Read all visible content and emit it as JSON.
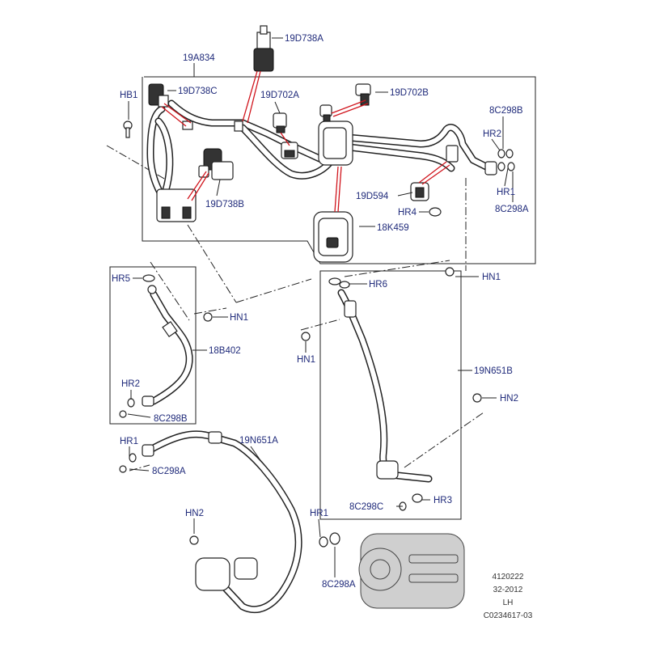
{
  "labels": {
    "hose_19D738A": "19D738A",
    "assy_19A834": "19A834",
    "bracket_19D738C": "19D738C",
    "sensor_19D702A": "19D702A",
    "sensor_19D702B": "19D702B",
    "bolt_HB1": "HB1",
    "oring_8C298B_top": "8C298B",
    "seal_HR2_top": "HR2",
    "seal_HR1_top": "HR1",
    "oring_8C298A_top": "8C298A",
    "valve_19D594": "19D594",
    "seal_HR4": "HR4",
    "bracket_19D738B": "19D738B",
    "muffler_18K459": "18K459",
    "nut_HN1_right": "HN1",
    "seal_HR5": "HR5",
    "nut_HN1_mid": "HN1",
    "hose_18B402": "18B402",
    "seal_HR2_left": "HR2",
    "oring_8C298B_left": "8C298B",
    "seal_HR6": "HR6",
    "nut_HN1_center": "HN1",
    "hose_19N651B": "19N651B",
    "nut_HN2_right": "HN2",
    "seal_HR1_left": "HR1",
    "oring_8C298A_left": "8C298A",
    "hose_19N651A": "19N651A",
    "nut_HN2_bottom": "HN2",
    "seal_HR1_bottom": "HR1",
    "oring_8C298A_bottom": "8C298A",
    "oring_8C298C": "8C298C",
    "seal_HR3": "HR3"
  },
  "footer": {
    "line1": "4120222",
    "line2": "32-2012",
    "line3": "LH",
    "line4": "C0234617-03"
  },
  "colors": {
    "label_text": "#1f2a7a",
    "leader_red": "#d0141c",
    "line": "#222222"
  }
}
